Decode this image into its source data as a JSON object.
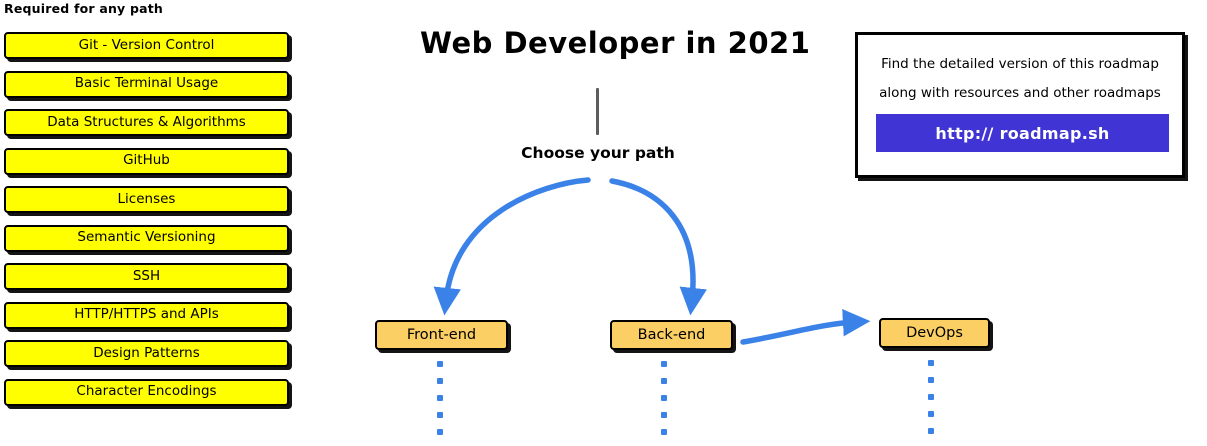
{
  "required": {
    "header": "Required for any path",
    "items": [
      {
        "label": "Git - Version Control"
      },
      {
        "label": "Basic Terminal Usage"
      },
      {
        "label": "Data Structures & Algorithms"
      },
      {
        "label": "GitHub"
      },
      {
        "label": "Licenses"
      },
      {
        "label": "Semantic Versioning"
      },
      {
        "label": "SSH"
      },
      {
        "label": "HTTP/HTTPS and APIs"
      },
      {
        "label": "Design Patterns"
      },
      {
        "label": "Character Encodings"
      }
    ]
  },
  "center": {
    "title": "Web Developer in 2021",
    "choose_label": "Choose your path",
    "nodes": [
      {
        "label": "Front-end"
      },
      {
        "label": "Back-end"
      },
      {
        "label": "DevOps"
      }
    ]
  },
  "promo": {
    "line1": "Find the detailed version of this roadmap",
    "line2": "along with resources and other roadmaps",
    "url": "http:// roadmap.sh"
  },
  "colors": {
    "required_fill": "#ffff00",
    "node_fill": "#fbcf63",
    "outline": "#000000",
    "arrow_blue": "#3b82e8",
    "promo_button": "#4034d4",
    "stem_gray": "#5d5d5d",
    "background": "#ffffff"
  }
}
